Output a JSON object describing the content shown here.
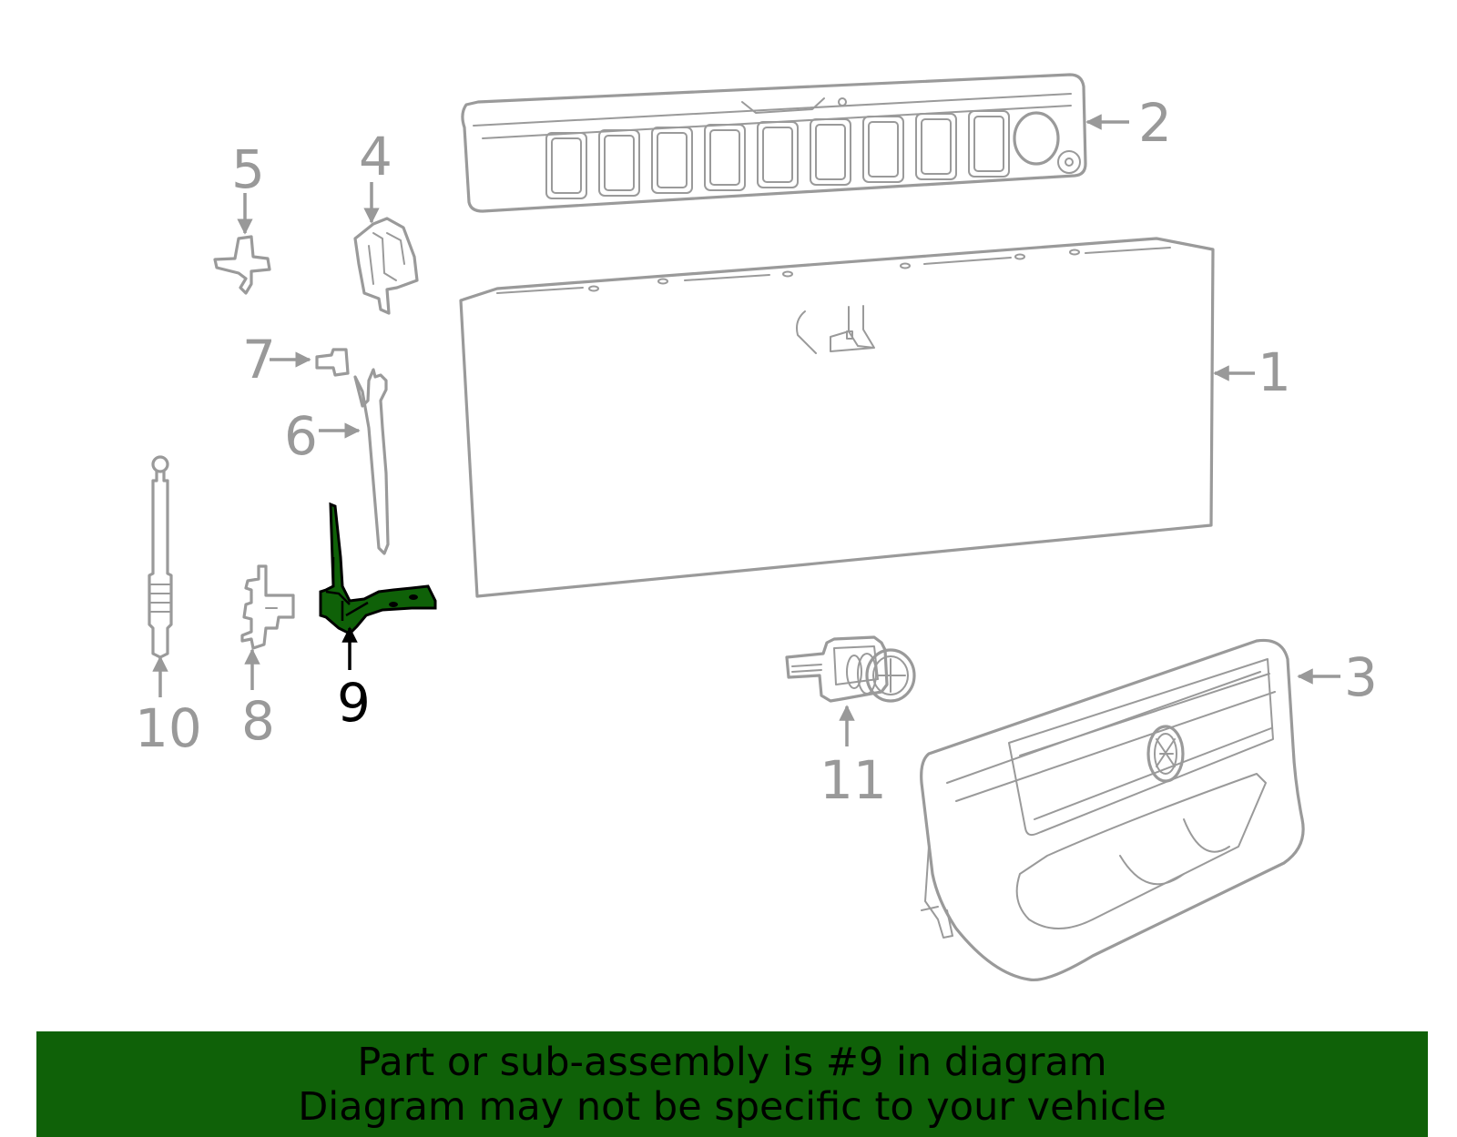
{
  "callouts": {
    "c1": "1",
    "c2": "2",
    "c3": "3",
    "c4": "4",
    "c5": "5",
    "c6": "6",
    "c7": "7",
    "c8": "8",
    "c9": "9",
    "c10": "10",
    "c11": "11"
  },
  "highlighted_part": "9",
  "colors": {
    "highlight": "#0f6108",
    "linework": "#9a9a9a",
    "banner_background": "#0f6108"
  },
  "banner": {
    "line1": "Part or sub-assembly is #9 in diagram",
    "line2": "Diagram may not be specific to your vehicle"
  }
}
